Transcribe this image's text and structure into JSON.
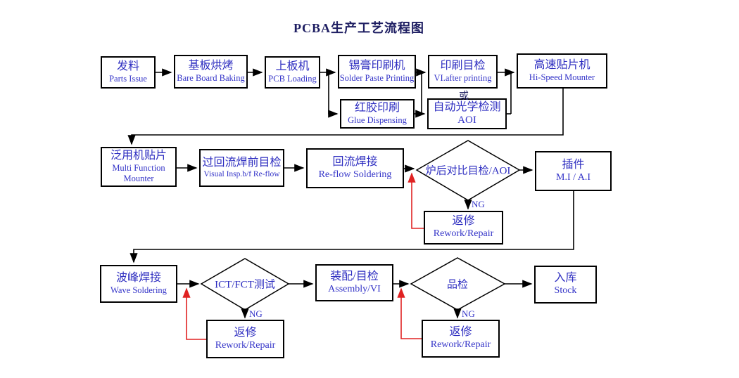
{
  "title": "PCBA生产工艺流程图",
  "labels": {
    "or": "或",
    "ng": "NG"
  },
  "colors": {
    "box_border": "#000000",
    "text_blue": "#2d2dc0",
    "title_navy": "#1e1e62",
    "flow_line": "#000000",
    "feedback_red": "#e02222"
  },
  "nodes": {
    "parts_issue": {
      "zh": "发料",
      "en": "Parts Issue"
    },
    "bare_board_baking": {
      "zh": "基板烘烤",
      "en": "Bare Board Baking"
    },
    "pcb_loading": {
      "zh": "上板机",
      "en": "PCB Loading"
    },
    "solder_paste": {
      "zh": "锡膏印刷机",
      "en": "Solder Paste Printing"
    },
    "vi_after_printing": {
      "zh": "印刷目检",
      "en": "VI.after printing"
    },
    "hi_speed_mounter": {
      "zh": "高速贴片机",
      "en": "Hi-Speed Mounter"
    },
    "glue_dispensing": {
      "zh": "红胶印刷",
      "en": "Glue Dispensing"
    },
    "aoi": {
      "zh": "自动光学检测",
      "en": "AOI"
    },
    "multi_function": {
      "zh": "泛用机贴片",
      "en": "Multi Function Mounter"
    },
    "visual_insp": {
      "zh": "过回流焊前目检",
      "en": "Visual Insp.b/f Re-flow"
    },
    "reflow_soldering": {
      "zh": "回流焊接",
      "en": "Re-flow  Soldering"
    },
    "post_oven_check": {
      "zh": "炉后对比目检/AOI"
    },
    "insertion": {
      "zh": "插件",
      "en": "M.I / A.I"
    },
    "rework_reflow": {
      "zh": "返修",
      "en": "Rework/Repair"
    },
    "wave_soldering": {
      "zh": "波峰焊接",
      "en": "Wave Soldering"
    },
    "ict_fct_test": {
      "zh": "ICT/FCT测试"
    },
    "assembly_vi": {
      "zh": "装配/目检",
      "en": "Assembly/VI"
    },
    "quality_check": {
      "zh": "品检"
    },
    "stock": {
      "zh": "入库",
      "en": "Stock"
    },
    "rework_ict": {
      "zh": "返修",
      "en": "Rework/Repair"
    },
    "rework_qc": {
      "zh": "返修",
      "en": "Rework/Repair"
    }
  }
}
